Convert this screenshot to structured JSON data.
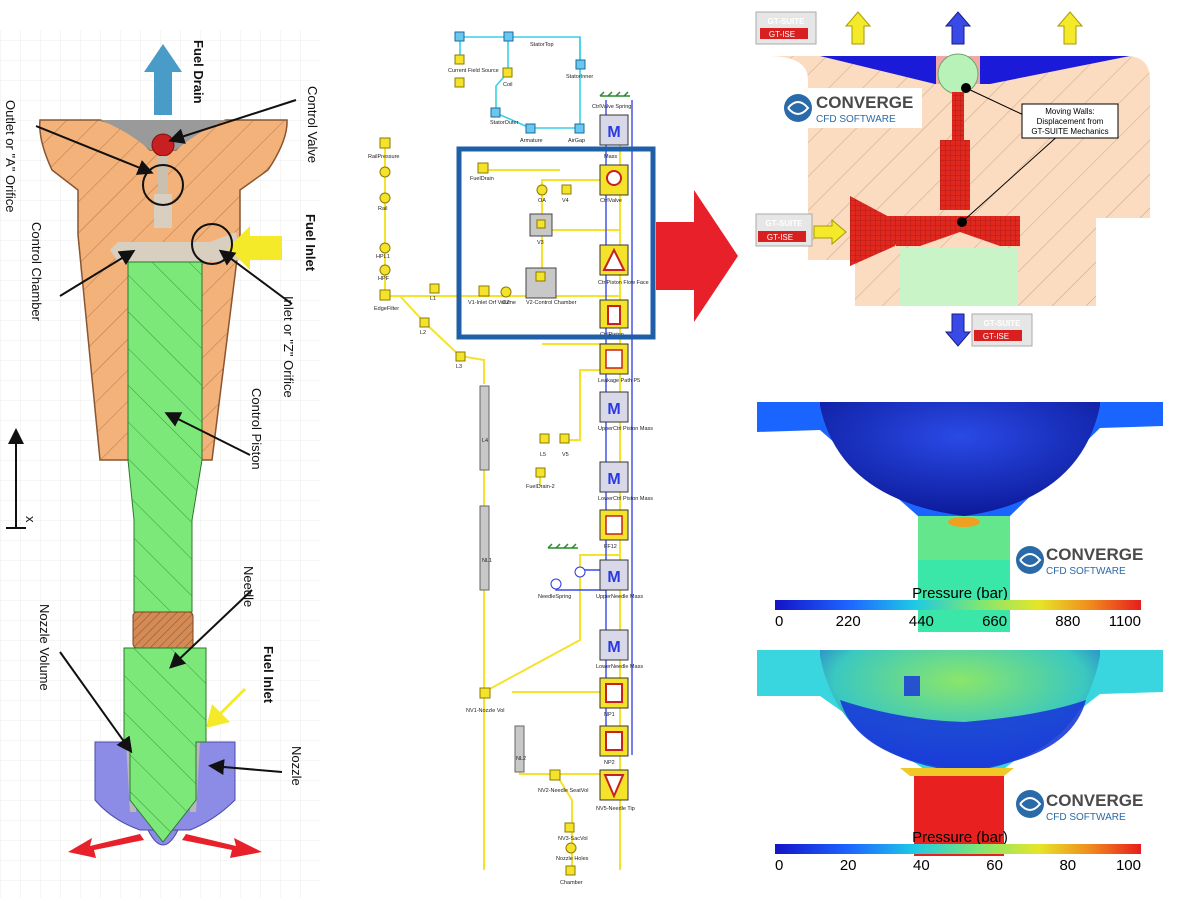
{
  "left": {
    "labels": {
      "fuel_drain": "Fuel Drain",
      "control_valve": "Control Valve",
      "outlet_orifice": "Outlet or \"A\" Orifice",
      "fuel_inlet_top": "Fuel Inlet",
      "control_chamber": "Control Chamber",
      "inlet_orifice": "Inlet or \"Z\" Orifice",
      "control_piston": "Control Piston",
      "axis_x": "x",
      "needle": "Needle",
      "fuel_inlet_bottom": "Fuel Inlet",
      "nozzle_volume": "Nozzle Volume",
      "nozzle": "Nozzle"
    }
  },
  "middle": {
    "components": [
      {
        "id": "stator-top",
        "label": "StatorTop"
      },
      {
        "id": "current-source",
        "label": "Current Field Source"
      },
      {
        "id": "coil",
        "label": "Coil"
      },
      {
        "id": "stator-inner",
        "label": "StatorInner"
      },
      {
        "id": "stator-outer",
        "label": "StatorOuter"
      },
      {
        "id": "armature",
        "label": "Armature"
      },
      {
        "id": "air-gap",
        "label": "AirGap"
      },
      {
        "id": "cv-spring",
        "label": "CtrlValve Spring"
      },
      {
        "id": "rail-pressure",
        "label": "RailPressure"
      },
      {
        "id": "rail",
        "label": "Rail"
      },
      {
        "id": "hpl1",
        "label": "HPL1"
      },
      {
        "id": "hpf",
        "label": "HPF"
      },
      {
        "id": "edge-filter",
        "label": "EdgeFilter"
      },
      {
        "id": "l1",
        "label": "L1"
      },
      {
        "id": "l2",
        "label": "L2"
      },
      {
        "id": "l3",
        "label": "L3"
      },
      {
        "id": "l4",
        "label": "L4"
      },
      {
        "id": "nl1",
        "label": "NL1"
      },
      {
        "id": "fuel-drain",
        "label": "FuelDrain"
      },
      {
        "id": "mass",
        "label": "Mass"
      },
      {
        "id": "ctrl-valve",
        "label": "CtrlValve"
      },
      {
        "id": "oa",
        "label": "OA"
      },
      {
        "id": "v4",
        "label": "V4"
      },
      {
        "id": "v3",
        "label": "V3"
      },
      {
        "id": "v1-inlet",
        "label": "V1-Inlet Orf Volume"
      },
      {
        "id": "oz",
        "label": "OZ"
      },
      {
        "id": "v2-control",
        "label": "V2-Control Chamber"
      },
      {
        "id": "ctrl-piston-flow",
        "label": "CtrlPiston Flow Face"
      },
      {
        "id": "ctrl-piston",
        "label": "CtrlPiston"
      },
      {
        "id": "leakage-path",
        "label": "Leakage Path P5"
      },
      {
        "id": "upper-piston-mass",
        "label": "UpperCtrl Piston Mass"
      },
      {
        "id": "l5",
        "label": "L5"
      },
      {
        "id": "v5",
        "label": "V5"
      },
      {
        "id": "fuel-drain-2",
        "label": "FuelDrain-2"
      },
      {
        "id": "lower-piston-mass",
        "label": "LowerCtrl Piston Mass"
      },
      {
        "id": "ff12",
        "label": "FF12"
      },
      {
        "id": "needle-spring",
        "label": "NeedleSpring"
      },
      {
        "id": "upper-needle-mass",
        "label": "UpperNeedle Mass"
      },
      {
        "id": "lower-needle-mass",
        "label": "LowerNeedle Mass"
      },
      {
        "id": "nv1-nozzle",
        "label": "NV1-Nozzle Vol"
      },
      {
        "id": "np1",
        "label": "NP1"
      },
      {
        "id": "nl2",
        "label": "NL2"
      },
      {
        "id": "np2",
        "label": "NP2"
      },
      {
        "id": "nv2-needle",
        "label": "NV2-Needle SeatVol"
      },
      {
        "id": "nv5-needle-tip",
        "label": "NV5-Needle Tip"
      },
      {
        "id": "nv3-sac",
        "label": "NV3-SacVol"
      },
      {
        "id": "nozzle-holes",
        "label": "Nozzle Holes"
      },
      {
        "id": "chamber",
        "label": "Chamber"
      }
    ]
  },
  "right": {
    "badge_gt_suite": "GT-SUITE",
    "badge_gt_ise": "GT-ISE",
    "converge_name": "CONVERGE",
    "converge_sub": "CFD SOFTWARE",
    "callout_moving_walls": "Moving Walls:",
    "callout_displacement": "Displacement from",
    "callout_mechanics": "GT-SUITE Mechanics",
    "colorbar1": {
      "title": "Pressure (bar)",
      "ticks": [
        "0",
        "220",
        "440",
        "660",
        "880",
        "1100"
      ]
    },
    "colorbar2": {
      "title": "Pressure (bar)",
      "ticks": [
        "0",
        "20",
        "40",
        "60",
        "80",
        "100"
      ]
    }
  },
  "colors": {
    "body_orange": "#f2b27a",
    "piston_green": "#7de87a",
    "nozzle_blue": "#8c8ce6",
    "schematic_yellow": "#f5e22a",
    "schematic_cyan": "#3ad0e8",
    "highlight_blue": "#1f5fa8",
    "arrow_red": "#e8202a",
    "drain_arrow": "#4a9cc8"
  }
}
